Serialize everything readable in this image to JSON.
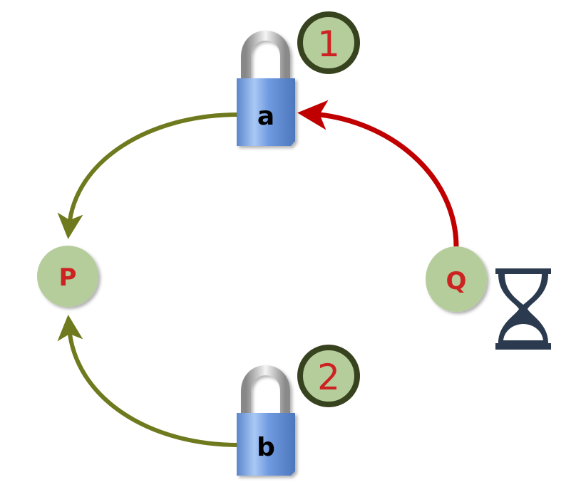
{
  "nodes": {
    "p": {
      "label": "P"
    },
    "q": {
      "label": "Q"
    }
  },
  "locks": {
    "a": {
      "label": "a",
      "badge": "1"
    },
    "b": {
      "label": "b",
      "badge": "2"
    }
  },
  "colors": {
    "node_fill": "#b5cc9b",
    "node_text": "#cc2222",
    "held_arrow": "#6f7a1e",
    "wait_arrow": "#c00000",
    "badge_ring": "#37431f",
    "hourglass": "#2b3a4e"
  },
  "icons": {
    "waiting": "hourglass-icon",
    "lock": "padlock-icon"
  }
}
